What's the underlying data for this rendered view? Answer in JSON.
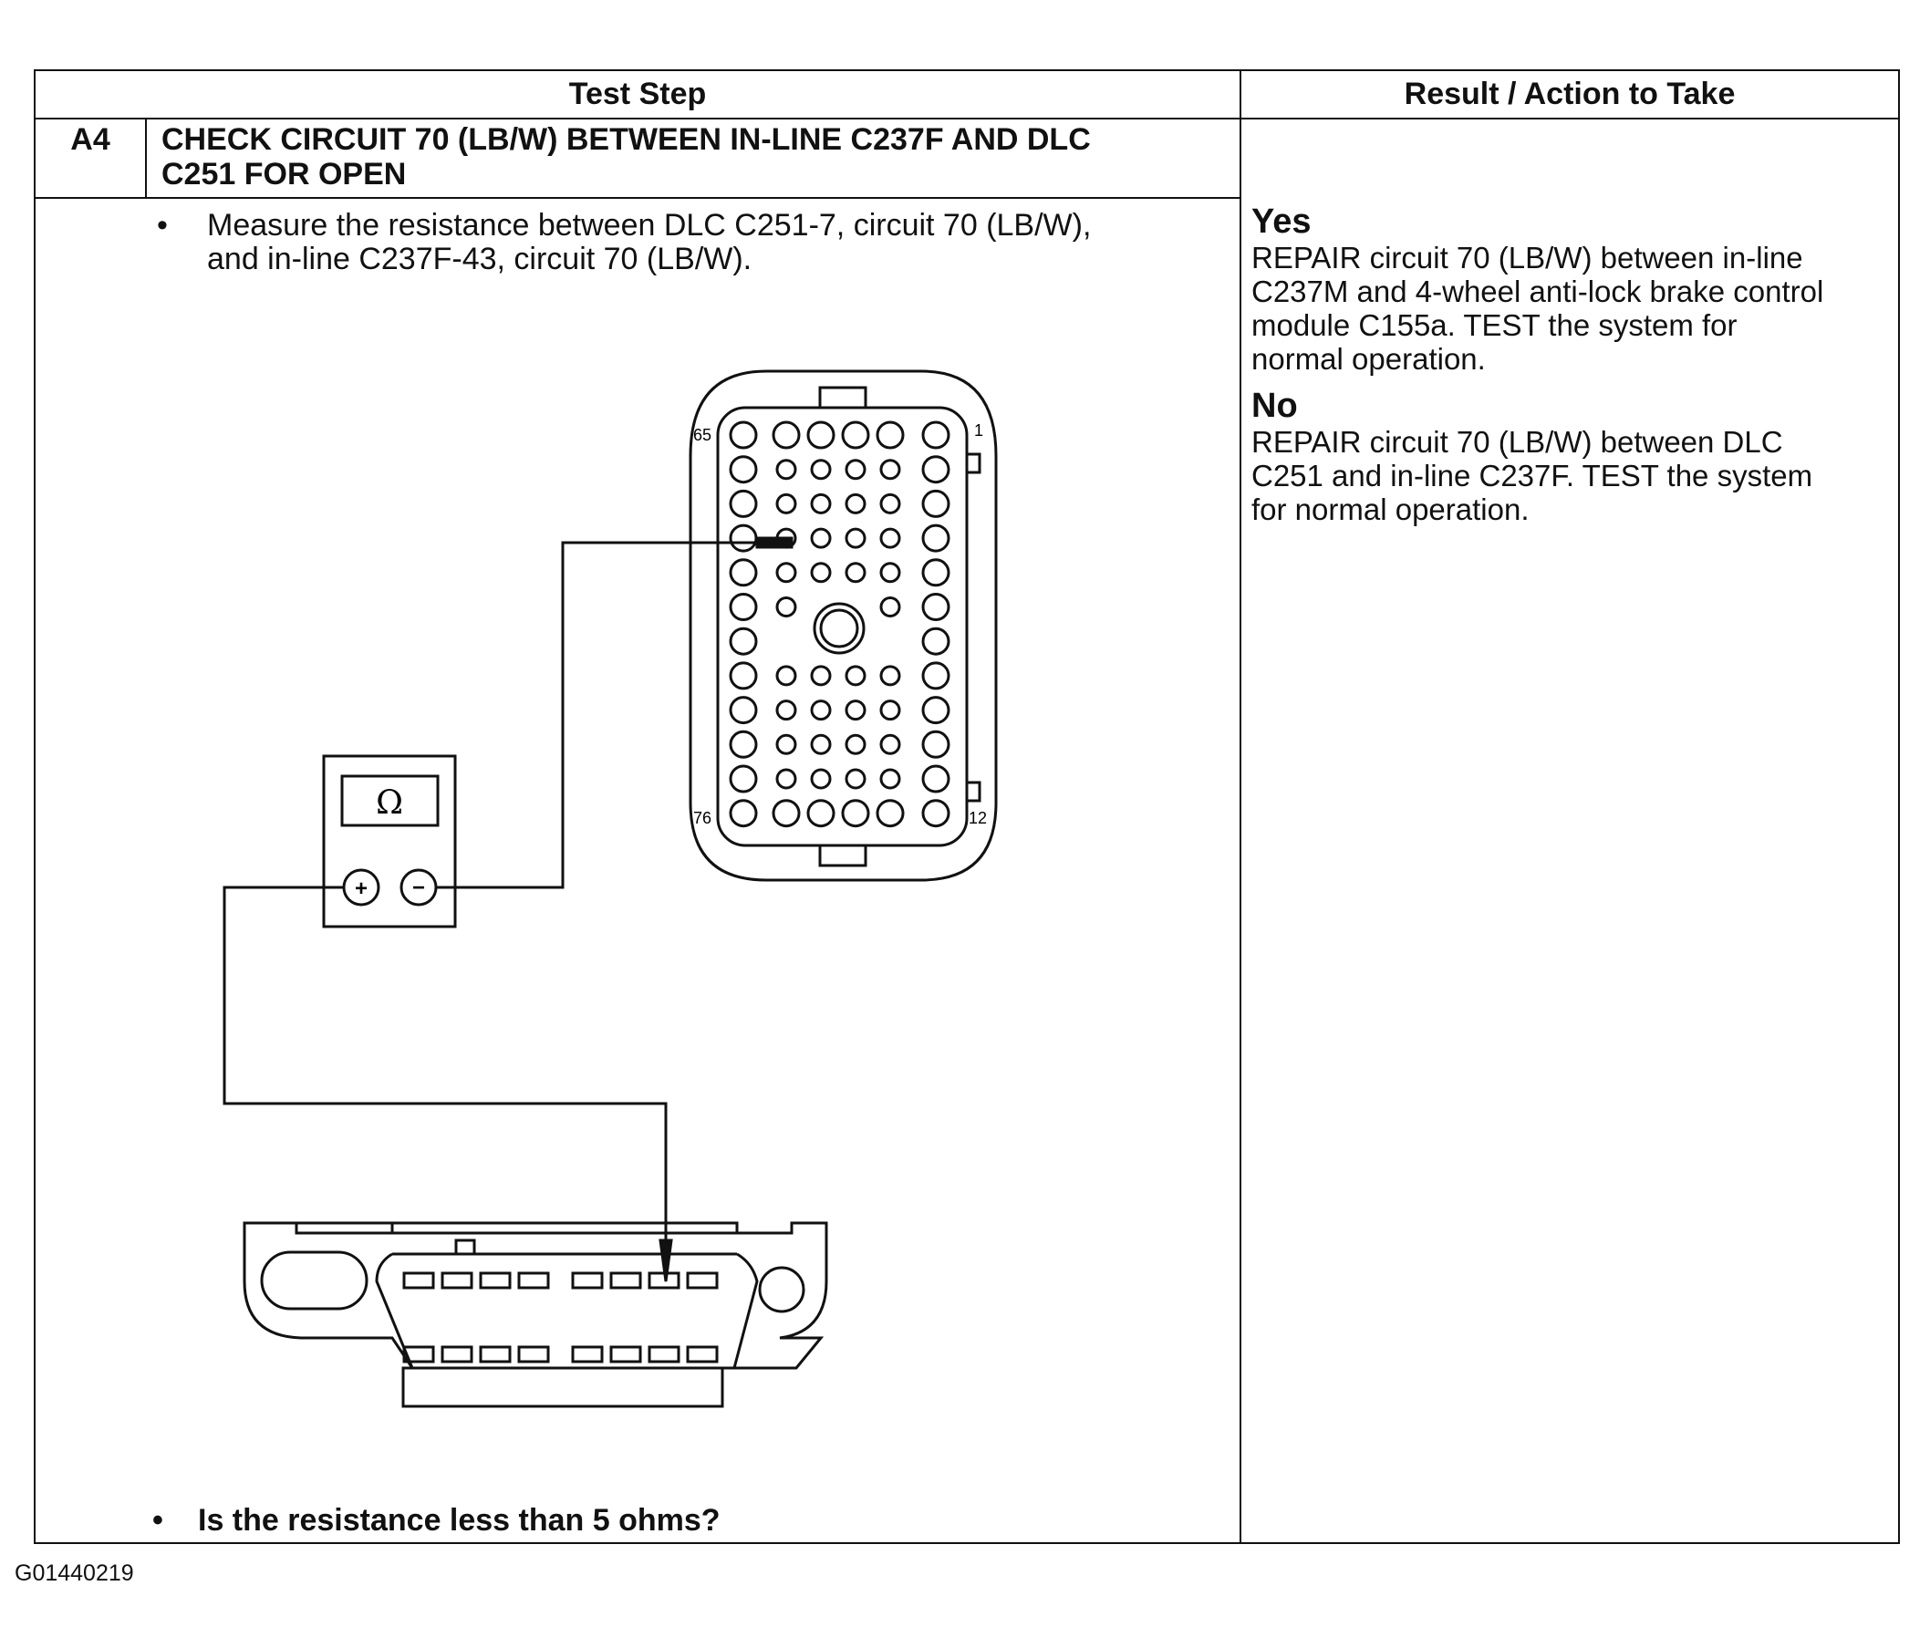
{
  "table": {
    "col_test_step": "Test Step",
    "col_result": "Result / Action to Take",
    "step_id": "A4",
    "step_title": "CHECK CIRCUIT 70 (LB/W) BETWEEN IN-LINE C237F AND DLC\nC251 FOR OPEN",
    "instruction": "Measure the resistance between DLC C251-7, circuit 70 (LB/W),\nand in-line C237F-43, circuit 70 (LB/W).",
    "question": "Is the resistance less than 5 ohms?",
    "bullet_glyph": "•"
  },
  "results": {
    "yes_label": "Yes",
    "yes_text": "REPAIR circuit 70 (LB/W) between in-line\nC237M and 4-wheel anti-lock brake control\nmodule C155a. TEST the system for\nnormal operation.",
    "no_label": "No",
    "no_text": "REPAIR circuit 70 (LB/W) between DLC\nC251 and in-line C237F. TEST the system\nfor normal operation."
  },
  "diagram": {
    "meter_symbol": "Ω",
    "plus_symbol": "+",
    "minus_symbol": "−",
    "connector_pin_labels": {
      "top_left": "65",
      "top_right": "1",
      "bottom_left": "76",
      "bottom_right": "12"
    }
  },
  "figure_id": "G01440219"
}
